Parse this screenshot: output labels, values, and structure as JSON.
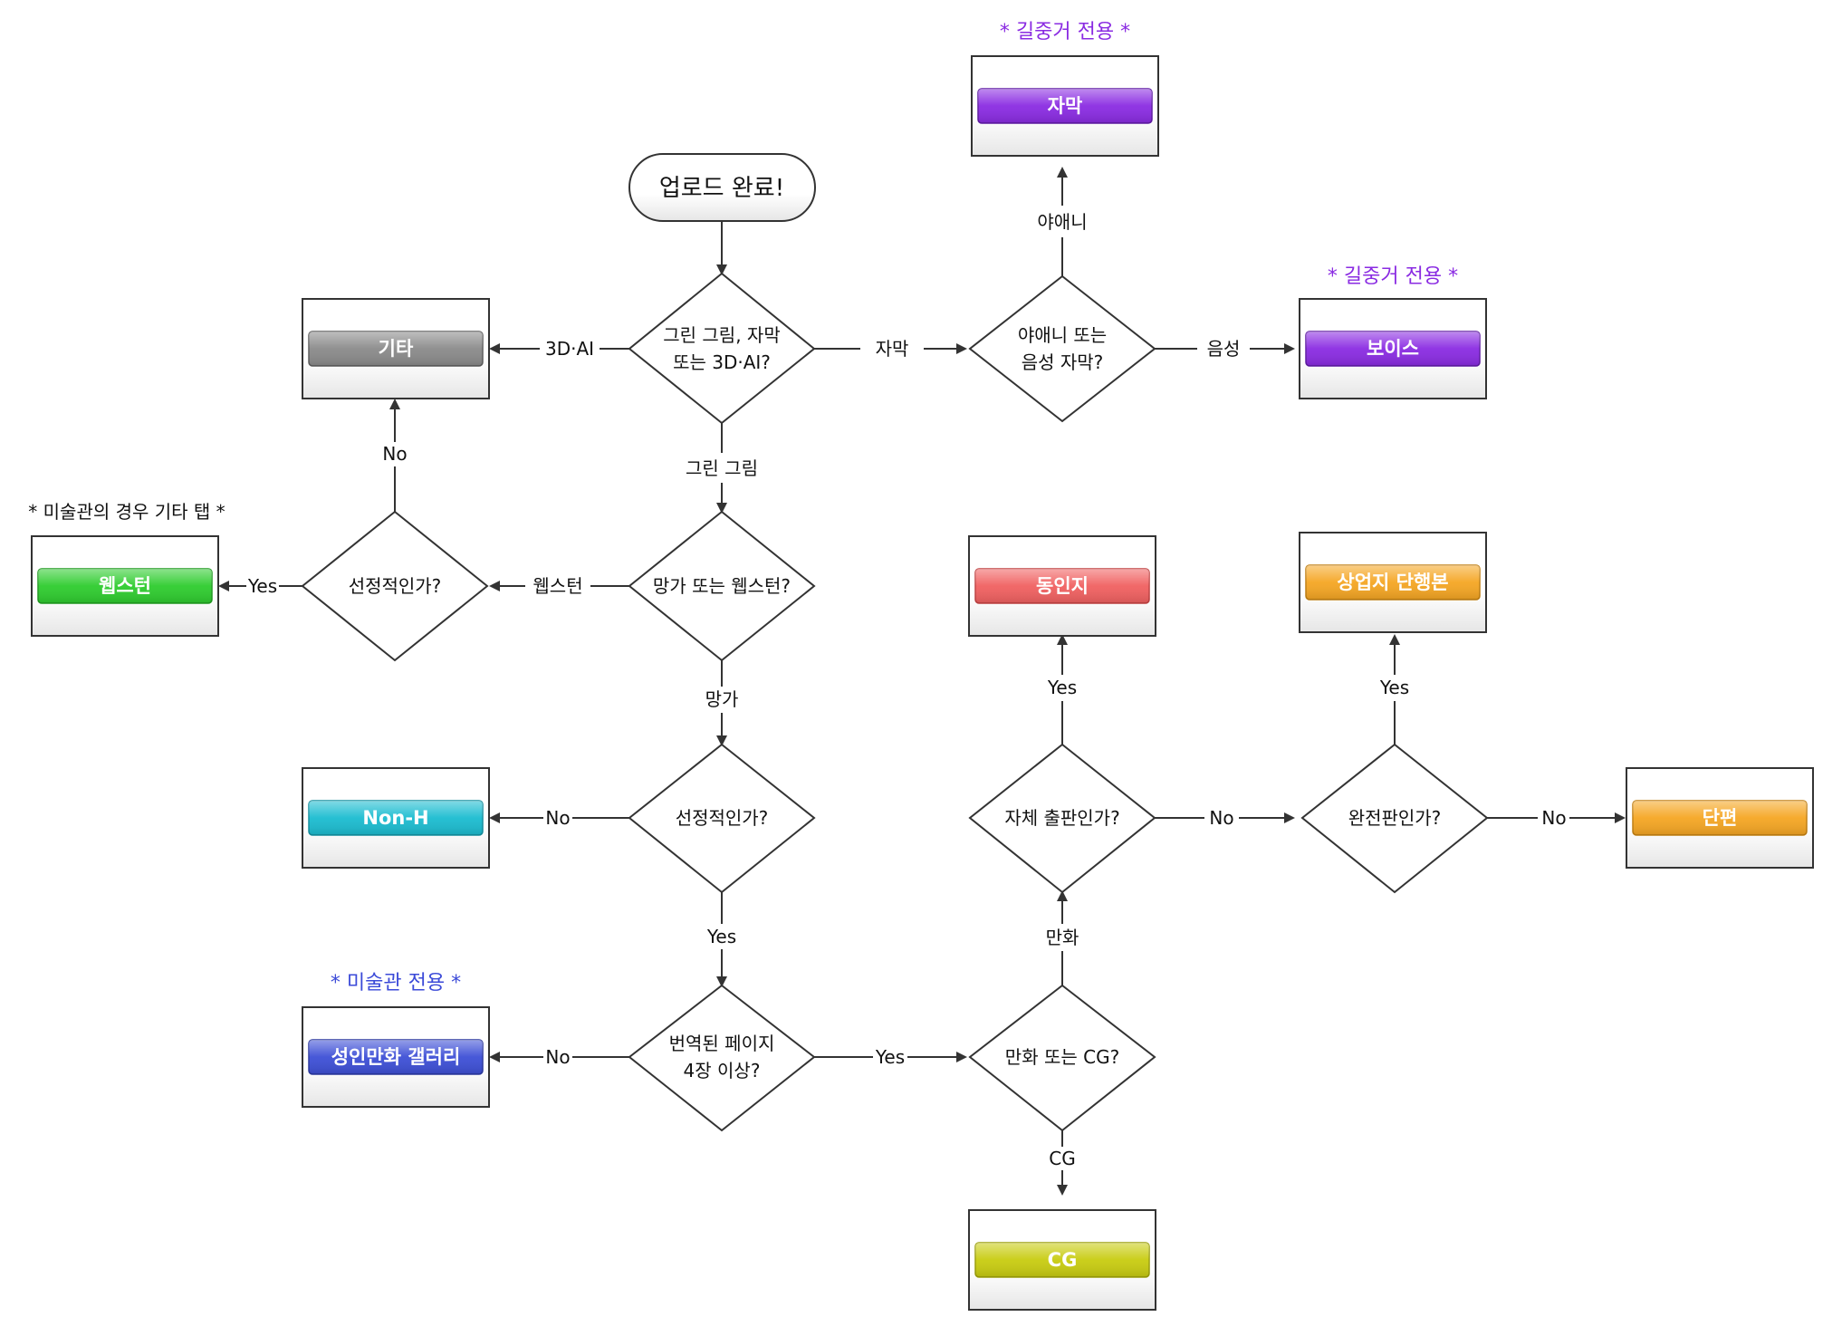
{
  "colors": {
    "gray": "#8a8a8a",
    "purple": "#8a2be2",
    "green": "#2ecc2e",
    "cyan": "#1bbcd0",
    "blue": "#3d4fd6",
    "red": "#f06060",
    "orange": "#f5a623",
    "yellow": "#c8cc10",
    "note_purple": "#8a2be2",
    "note_blue": "#3b4ad8",
    "note_black": "#111111"
  },
  "start": {
    "label": "업로드 완료!"
  },
  "decisions": {
    "d1": [
      "그린 그림, 자막",
      "또는 3D·AI?"
    ],
    "d2": [
      "야애니 또는",
      "음성 자막?"
    ],
    "d3": [
      "망가 또는 웹스턴?"
    ],
    "d4": [
      "선정적인가?"
    ],
    "d5": [
      "선정적인가?"
    ],
    "d6": [
      "번역된 페이지",
      "4장 이상?"
    ],
    "d7": [
      "만화 또는 CG?"
    ],
    "d8": [
      "자체 출판인가?"
    ],
    "d9": [
      "완전판인가?"
    ]
  },
  "outcomes": {
    "gita": "기타",
    "jamak": "자막",
    "voice": "보이스",
    "webtoon": "웹스턴",
    "nonh": "Non-H",
    "adult": "성인만화 갤러리",
    "doujin": "동인지",
    "commercial": "상업지 단행본",
    "short": "단편",
    "cg": "CG"
  },
  "notes": {
    "jamak": "* 길중거 전용 *",
    "voice": "* 길중거 전용 *",
    "webtoon": "* 미술관의 경우 기타 탭 *",
    "adult": "* 미술관 전용 *"
  },
  "edges": {
    "d1_left": "3D·AI",
    "d1_right": "자막",
    "d1_down": "그린 그림",
    "d2_up": "야애니",
    "d2_right": "음성",
    "d3_left": "웹스턴",
    "d3_down": "망가",
    "d4_up": "No",
    "d4_left": "Yes",
    "d5_left": "No",
    "d5_down": "Yes",
    "d6_left": "No",
    "d6_right": "Yes",
    "d7_up": "만화",
    "d7_down": "CG",
    "d8_up": "Yes",
    "d8_right": "No",
    "d9_up": "Yes",
    "d9_right": "No"
  }
}
